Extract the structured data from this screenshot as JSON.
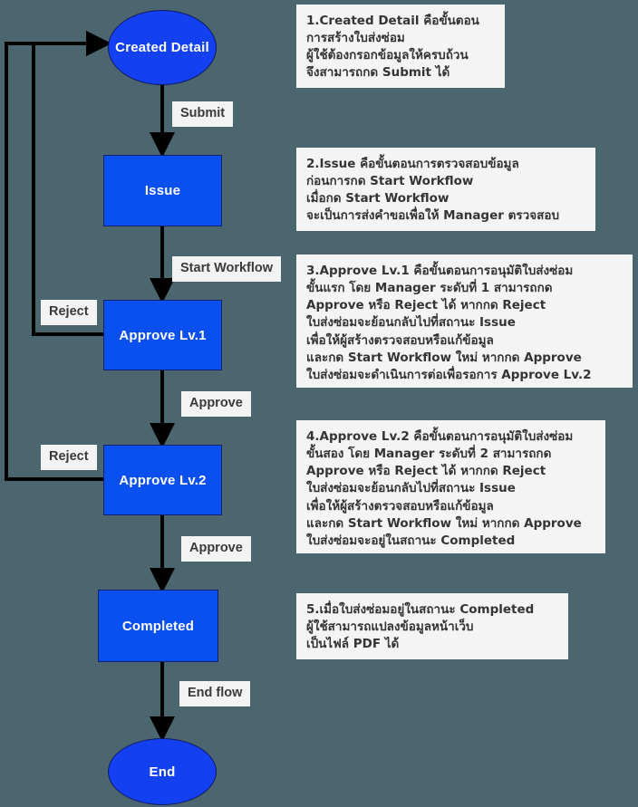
{
  "diagram": {
    "title": "Repair Request Workflow Flowchart",
    "background_color": "#4c6670",
    "node_fill": "#0a4ff0",
    "node_text_color": "#ffffff",
    "label_bg": "#f3f3f3",
    "note_bg": "#f4f4f4",
    "edge_color": "#000000"
  },
  "nodes": [
    {
      "id": "created",
      "label": "Created Detail",
      "shape": "ellipse"
    },
    {
      "id": "issue",
      "label": "Issue",
      "shape": "rect"
    },
    {
      "id": "approve1",
      "label": "Approve Lv.1",
      "shape": "rect"
    },
    {
      "id": "approve2",
      "label": "Approve Lv.2",
      "shape": "rect"
    },
    {
      "id": "completed",
      "label": "Completed",
      "shape": "rect"
    },
    {
      "id": "end",
      "label": "End",
      "shape": "ellipse"
    }
  ],
  "edge_labels": [
    {
      "id": "submit",
      "label": "Submit"
    },
    {
      "id": "start_workflow",
      "label": "Start Workflow"
    },
    {
      "id": "reject1",
      "label": "Reject"
    },
    {
      "id": "approve_1to2",
      "label": "Approve"
    },
    {
      "id": "reject2",
      "label": "Reject"
    },
    {
      "id": "approve_2toc",
      "label": "Approve"
    },
    {
      "id": "end_flow",
      "label": "End flow"
    }
  ],
  "notes": [
    {
      "id": "note1",
      "text": "1.Created Detail คือขั้นตอน\nการสร้างใบส่งซ่อม\nผู้ใช้ต้องกรอกข้อมูลให้ครบถ้วน\nจึงสามารถกด Submit ได้"
    },
    {
      "id": "note2",
      "text": "2.Issue คือขั้นตอนการตรวจสอบข้อมูล\nก่อนการกด Start Workflow\nเมื่อกด Start Workflow\nจะเป็นการส่งคำขอเพื่อให้ Manager ตรวจสอบ"
    },
    {
      "id": "note3",
      "text": "3.Approve Lv.1 คือขั้นตอนการอนุมัติใบส่งซ่อม\nขั้นแรก โดย Manager ระดับที่ 1 สามารถกด\nApprove หรือ Reject ได้ หากกด Reject\nใบส่งซ่อมจะย้อนกลับไปที่สถานะ Issue\nเพื่อให้ผู้สร้างตรวจสอบหรือแก้ข้อมูล\nและกด Start Workflow ใหม่ หากกด Approve\nใบส่งซ่อมจะดำเนินการต่อเพื่อรอการ Approve Lv.2"
    },
    {
      "id": "note4",
      "text": "4.Approve Lv.2 คือขั้นตอนการอนุมัติใบส่งซ่อม\nขั้นสอง โดย Manager ระดับที่ 2 สามารถกด\nApprove หรือ Reject ได้ หากกด Reject\nใบส่งซ่อมจะย้อนกลับไปที่สถานะ Issue\nเพื่อให้ผู้สร้างตรวจสอบหรือแก้ข้อมูล\nและกด Start Workflow ใหม่ หากกด Approve\nใบส่งซ่อมจะอยู่ในสถานะ Completed"
    },
    {
      "id": "note5",
      "text": "5.เมื่อใบส่งซ่อมอยู่ในสถานะ Completed\nผู้ใช้สามารถแปลงข้อมูลหน้าเว็บ\nเป็นไฟล์ PDF ได้"
    }
  ]
}
